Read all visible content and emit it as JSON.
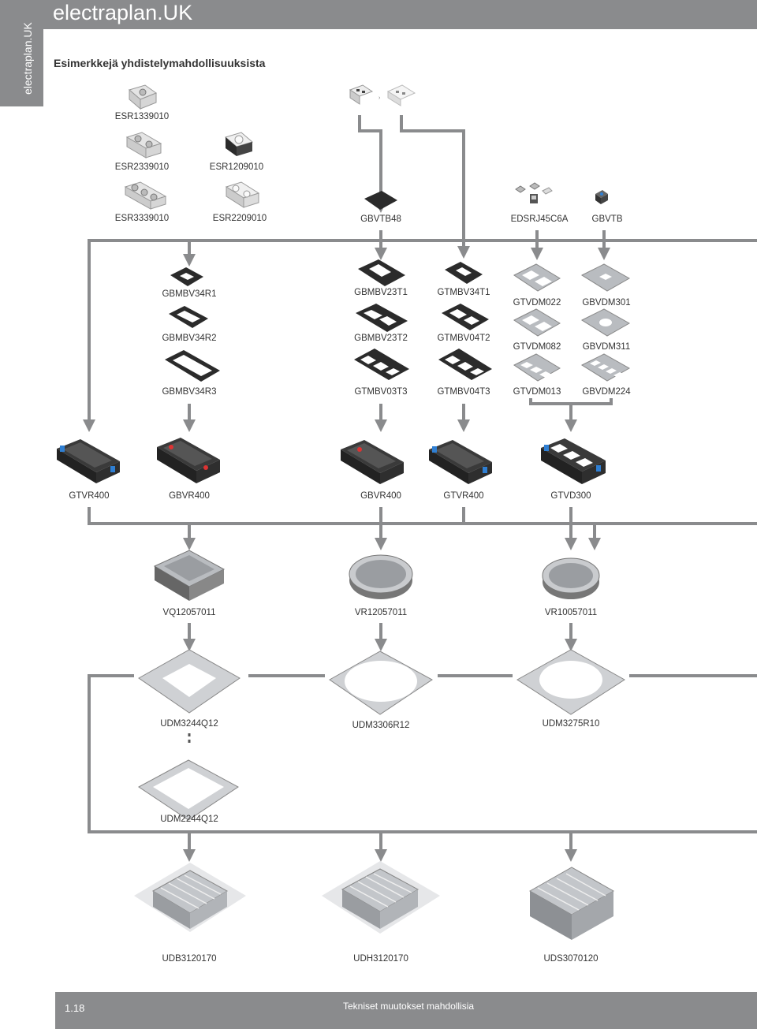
{
  "brand": "electraplan.UK",
  "sidebar_text": "electraplan.UK",
  "subtitle": "Esimerkkejä yhdistelymahdollisuuksista",
  "labels": {
    "esr1339010": "ESR1339010",
    "esr2339010": "ESR2339010",
    "esr1209010": "ESR1209010",
    "esr3339010": "ESR3339010",
    "esr2209010": "ESR2209010",
    "gbvtb48": "GBVTB48",
    "edsrj45c6a": "EDSRJ45C6A",
    "gbvtb": "GBVTB",
    "gbmbv34r1": "GBMBV34R1",
    "gbmbv34r2": "GBMBV34R2",
    "gbmbv34r3": "GBMBV34R3",
    "gbmbv23t1": "GBMBV23T1",
    "gbmbv23t2": "GBMBV23T2",
    "gtmbv03t3": "GTMBV03T3",
    "gtmbv34t1": "GTMBV34T1",
    "gtmbv04t2": "GTMBV04T2",
    "gtmbv04t3": "GTMBV04T3",
    "gtvdm022": "GTVDM022",
    "gtvdm082": "GTVDM082",
    "gtvdm013": "GTVDM013",
    "gbvdm301": "GBVDM301",
    "gbvdm311": "GBVDM311",
    "gbvdm224": "GBVDM224",
    "gtvr400_a": "GTVR400",
    "gbvr400_a": "GBVR400",
    "gbvr400_b": "GBVR400",
    "gtvr400_b": "GTVR400",
    "gtvd300": "GTVD300",
    "vq12057011": "VQ12057011",
    "vr12057011": "VR12057011",
    "vr10057011": "VR10057011",
    "udm3244q12": "UDM3244Q12",
    "udm3306r12": "UDM3306R12",
    "udm3275r10": "UDM3275R10",
    "udm2244q12": "UDM2244Q12",
    "udb3120170": "UDB3120170",
    "udh3120170": "UDH3120170",
    "uds3070120": "UDS3070120"
  },
  "footer": {
    "page": "1.18",
    "note": "Tekniset muutokset mahdollisia"
  },
  "colors": {
    "bar": "#8a8b8d",
    "wire": "#8a8b8d",
    "frame": "#2b2b2b",
    "metal": "#b9bcc0",
    "blue": "#2f7fd3"
  }
}
